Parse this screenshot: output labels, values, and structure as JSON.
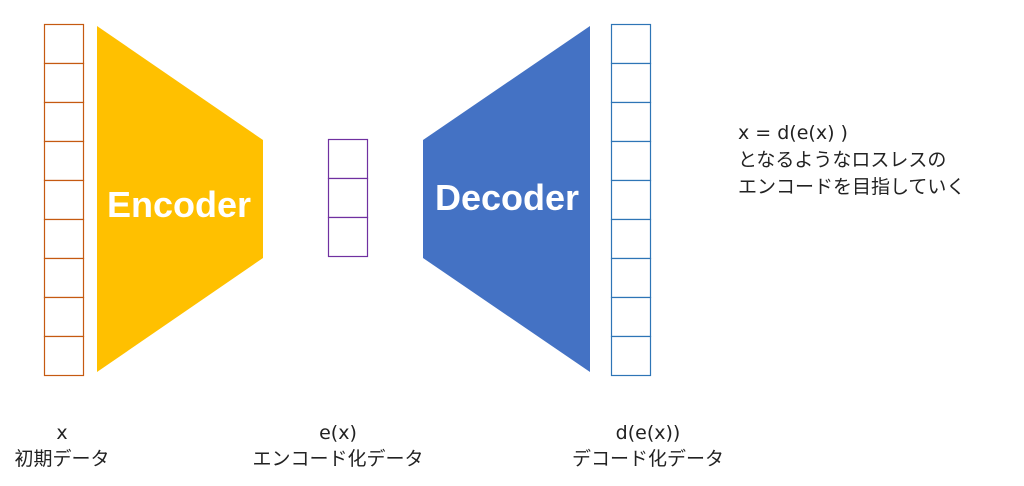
{
  "colors": {
    "input": "#C55A11",
    "encoder": "#FFC000",
    "latent": "#7030A0",
    "decoder": "#4472C4",
    "output": "#2E75B6"
  },
  "input": {
    "cells": 9,
    "symbol": "x",
    "caption": "初期データ"
  },
  "encoder": {
    "label": "Encoder"
  },
  "latent": {
    "cells": 3,
    "symbol": "e(x)",
    "caption": "エンコード化データ"
  },
  "decoder": {
    "label": "Decoder"
  },
  "output": {
    "cells": 9,
    "symbol": "d(e(x))",
    "caption": "デコード化データ"
  },
  "note": {
    "lines": [
      "x = d(e(x) )",
      "となるようなロスレスの",
      "エンコードを目指していく"
    ]
  }
}
